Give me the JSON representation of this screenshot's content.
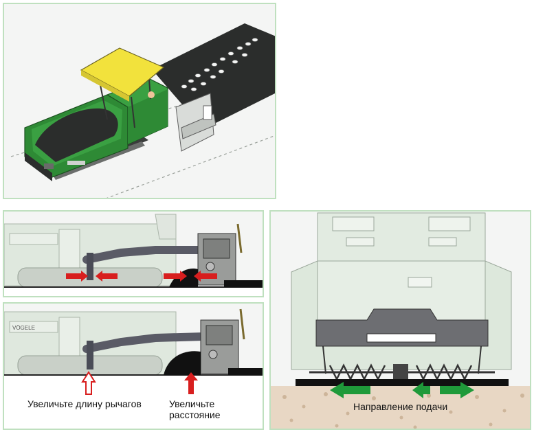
{
  "labels": {
    "lever_length": "Увеличьте длину рычагов",
    "distance_line1": "Увеличьте",
    "distance_line2": "расстояние",
    "feed_direction": "Направление подачи"
  },
  "brand": {
    "logo_text": "VÖGELE"
  },
  "colors": {
    "machine_green": "#2e8a35",
    "roof_yellow": "#f2e23c",
    "asphalt": "#2b2d2c",
    "arrow_red": "#d81e1e",
    "arrow_green": "#1f9a3a",
    "frame_green": "#bfe0bf",
    "gravel": "#e8d7c4"
  }
}
